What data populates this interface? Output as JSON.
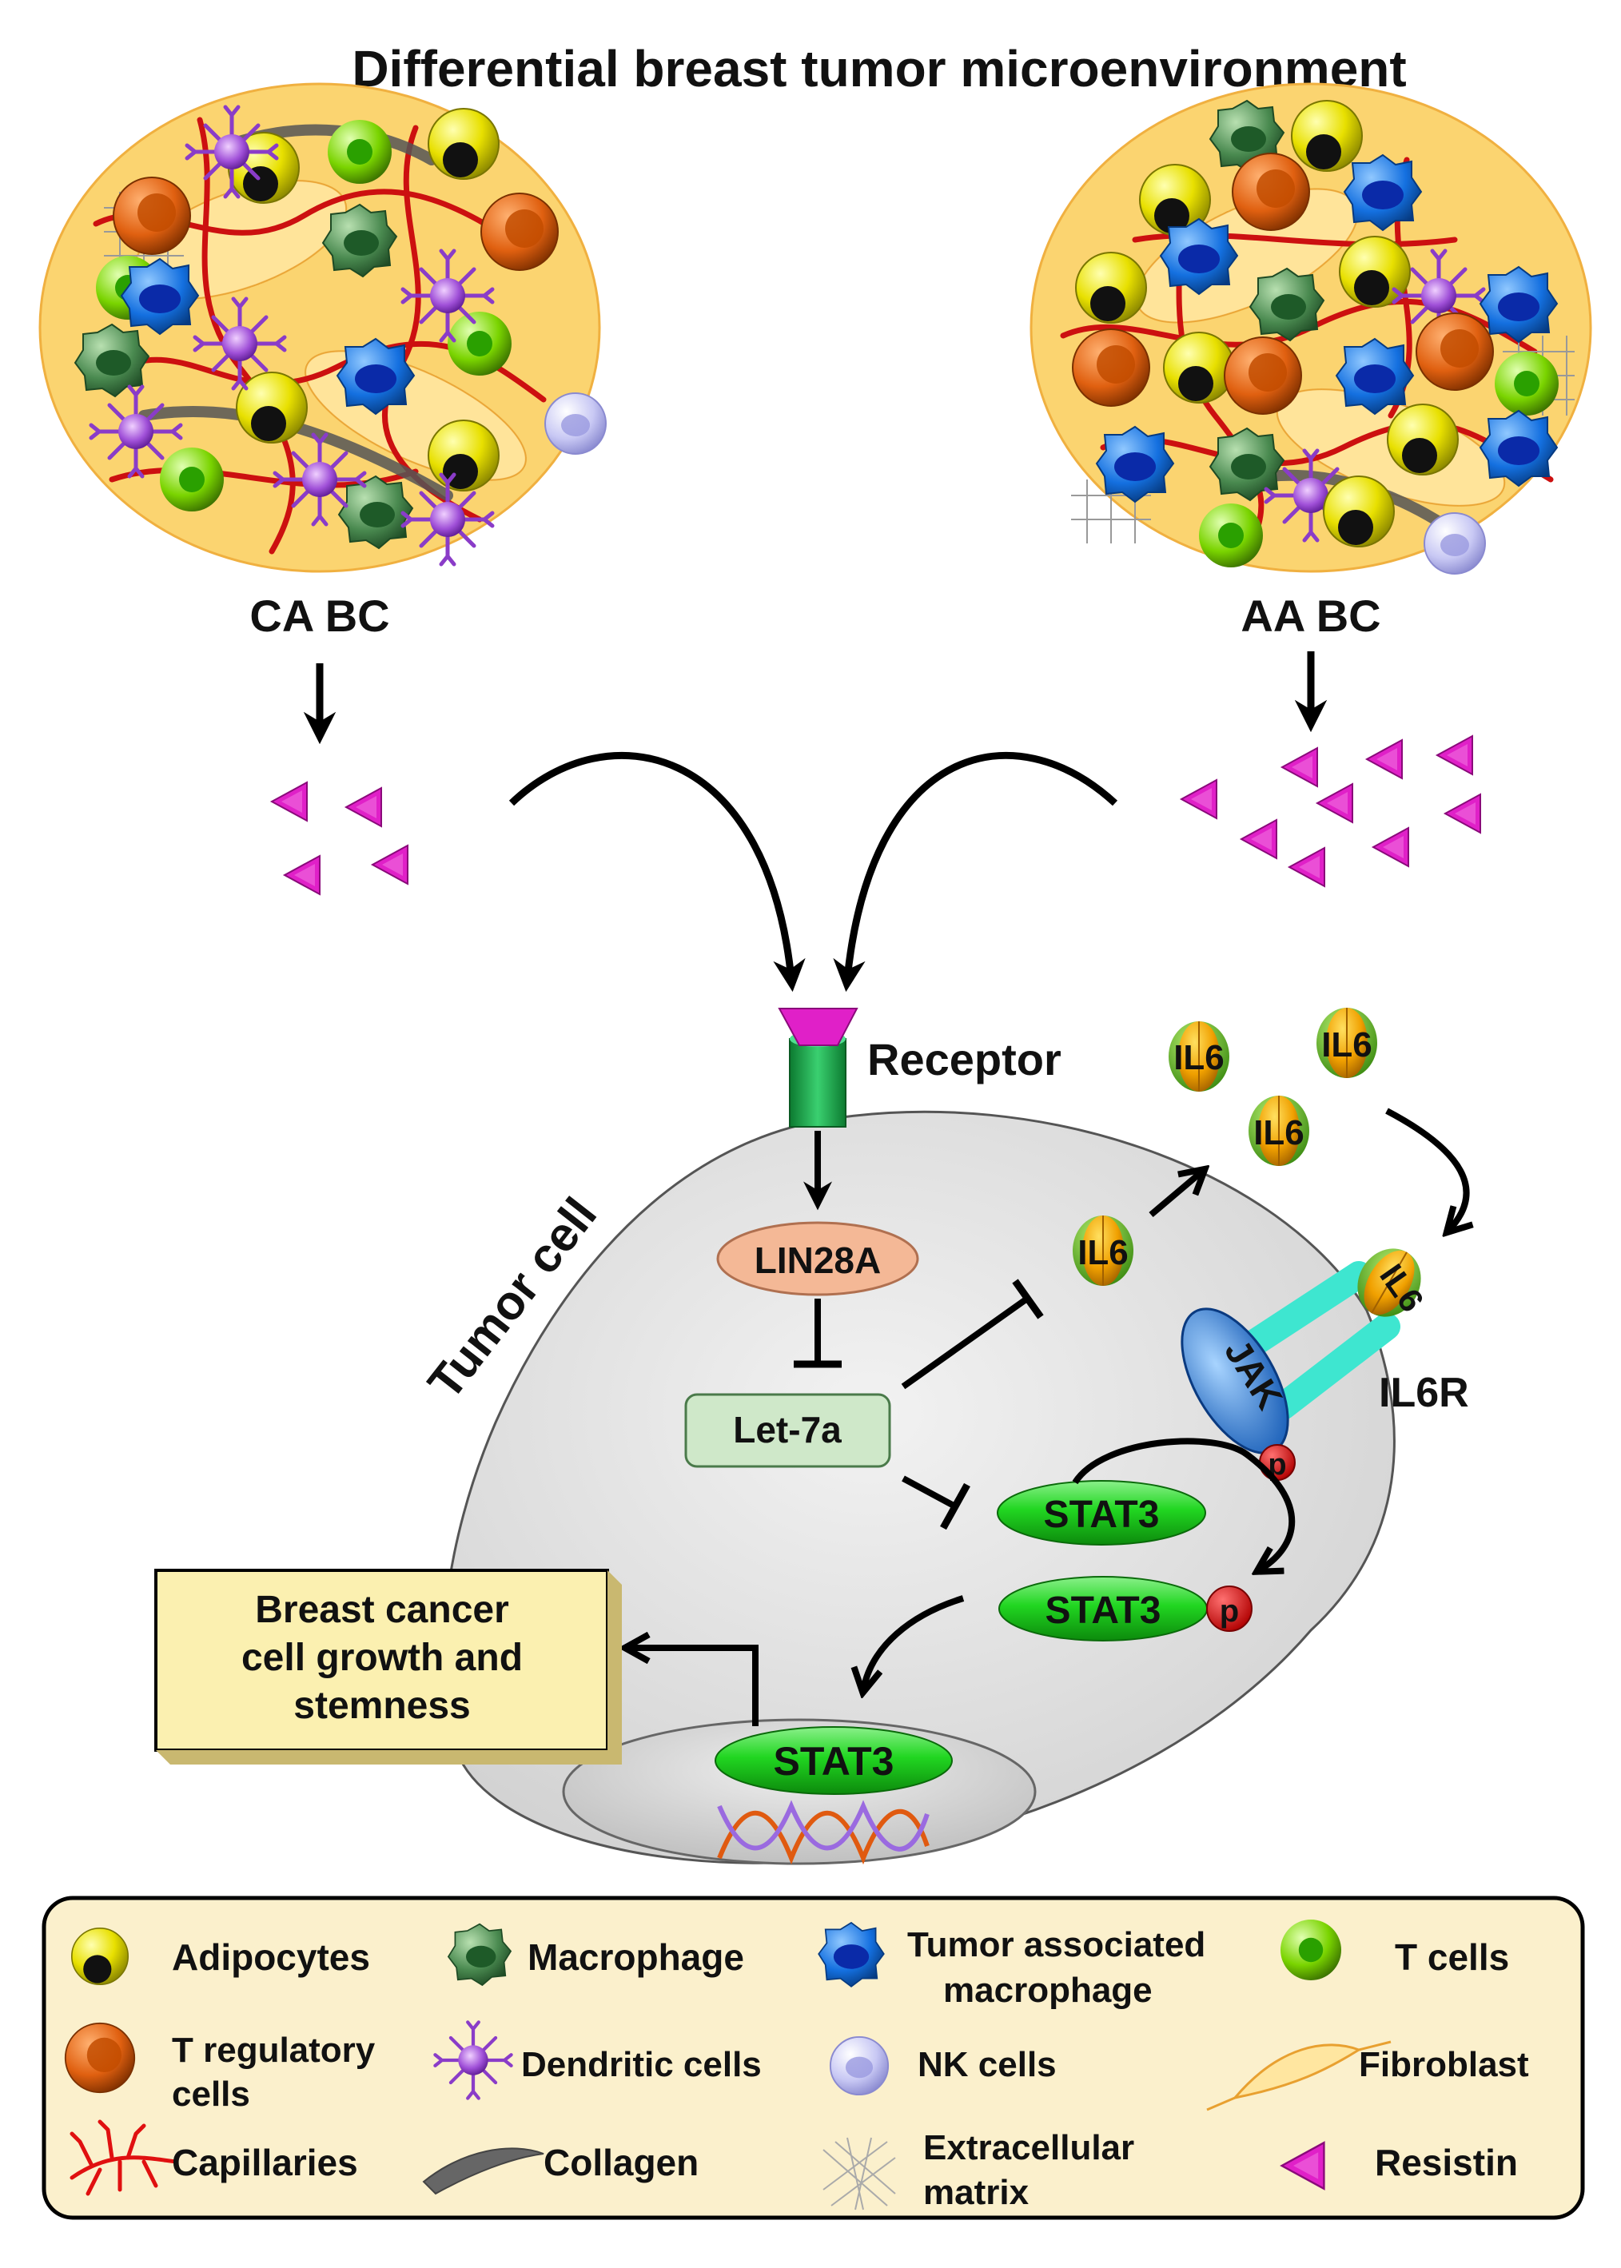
{
  "title": "Differential breast tumor microenvironment",
  "tumors": {
    "left_label": "CA BC",
    "right_label": "AA BC"
  },
  "cell": {
    "tumor_cell_label": "Tumor cell",
    "receptor_label": "Receptor",
    "lin28a_label": "LIN28A",
    "let7a_label": "Let-7a",
    "il6_label": "IL6",
    "il6r_label": "IL6R",
    "jak_label": "JAK",
    "p_label": "p",
    "stat3_label": "STAT3"
  },
  "outcome": {
    "line1": "Breast cancer",
    "line2": "cell growth and",
    "line3": "stemness"
  },
  "legend": {
    "adipocytes": "Adipocytes",
    "macrophage": "Macrophage",
    "tam_line1": "Tumor associated",
    "tam_line2": "macrophage",
    "t_cells": "T cells",
    "treg_line1": "T regulatory",
    "treg_line2": "cells",
    "dendritic": "Dendritic cells",
    "nk": "NK cells",
    "fibroblast": "Fibroblast",
    "capillaries": "Capillaries",
    "collagen": "Collagen",
    "ecm_line1": "Extracellular",
    "ecm_line2": "matrix",
    "resistin": "Resistin"
  },
  "colors": {
    "resistin": "#e020c8",
    "receptor": "#19a24a",
    "lin28a": "#f4b896",
    "let7a": "#cfe8c9",
    "stat3": "#21d621",
    "phospho": "#e01010",
    "jak": "#3a8fe0",
    "il6r": "#3ee6d0",
    "outcome_box": "#fbf0b0",
    "legend_box": "#fbf0cc",
    "tumor_cell": "#dedede"
  }
}
